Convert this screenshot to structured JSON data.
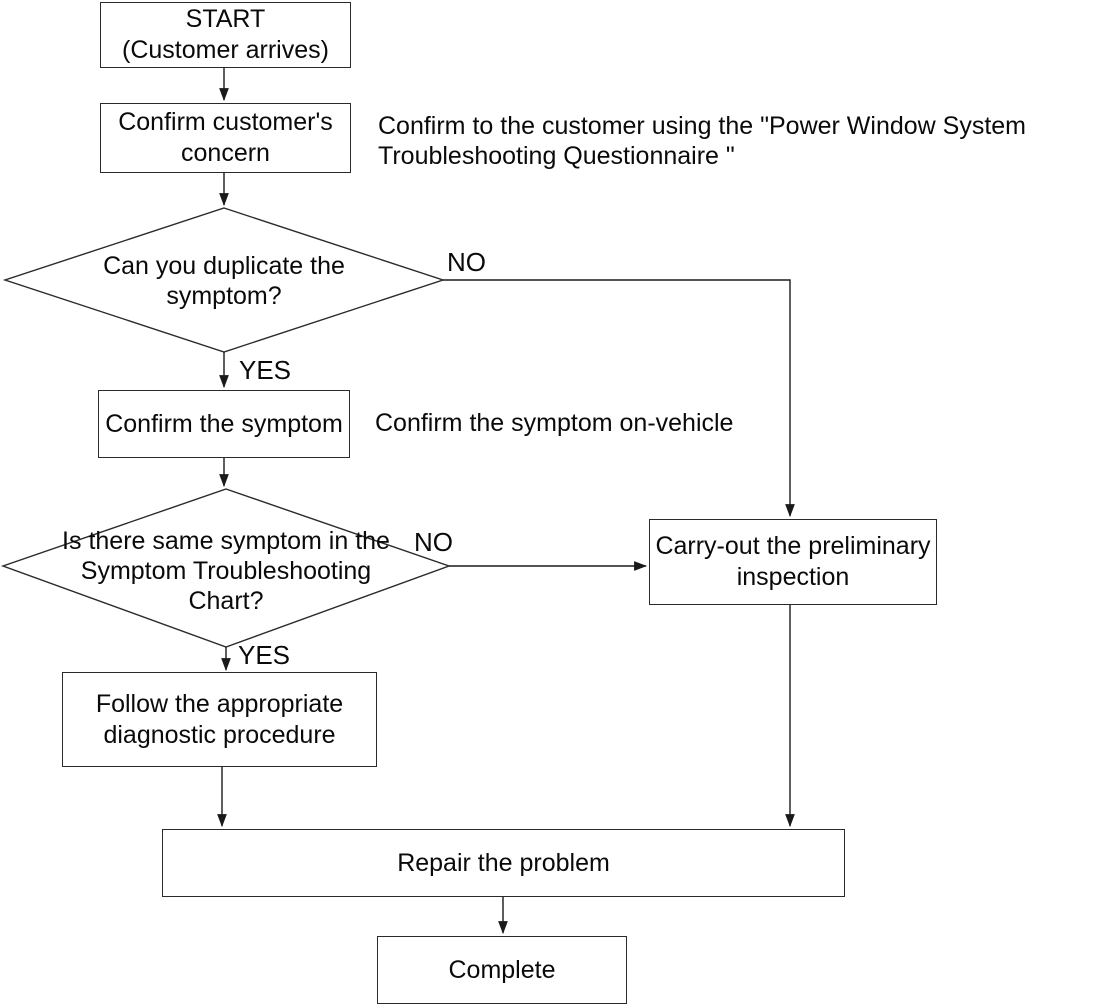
{
  "flowchart": {
    "nodes": {
      "start": {
        "title": "START",
        "subtitle": "(Customer arrives)"
      },
      "confirm_concern": {
        "label": "Confirm customer's concern"
      },
      "decision_duplicate": {
        "label": "Can you duplicate the symptom?"
      },
      "confirm_symptom": {
        "label": "Confirm the symptom"
      },
      "decision_chart": {
        "label": "Is there same symptom in the Symptom Troubleshooting Chart?"
      },
      "follow_procedure": {
        "label": "Follow the appropriate diagnostic procedure"
      },
      "carry_out": {
        "label": "Carry-out the preliminary inspection"
      },
      "repair": {
        "label": "Repair the problem"
      },
      "complete": {
        "label": "Complete"
      }
    },
    "edge_labels": {
      "no1": "NO",
      "yes1": "YES",
      "no2": "NO",
      "yes2": "YES"
    },
    "notes": {
      "questionnaire": "Confirm to the customer using the \"Power Window System Troubleshooting Questionnaire \"",
      "on_vehicle": "Confirm the symptom on-vehicle"
    },
    "colors": {
      "line": "#1a1a1a",
      "background": "#ffffff",
      "shape_fill": "#ffffff"
    }
  }
}
